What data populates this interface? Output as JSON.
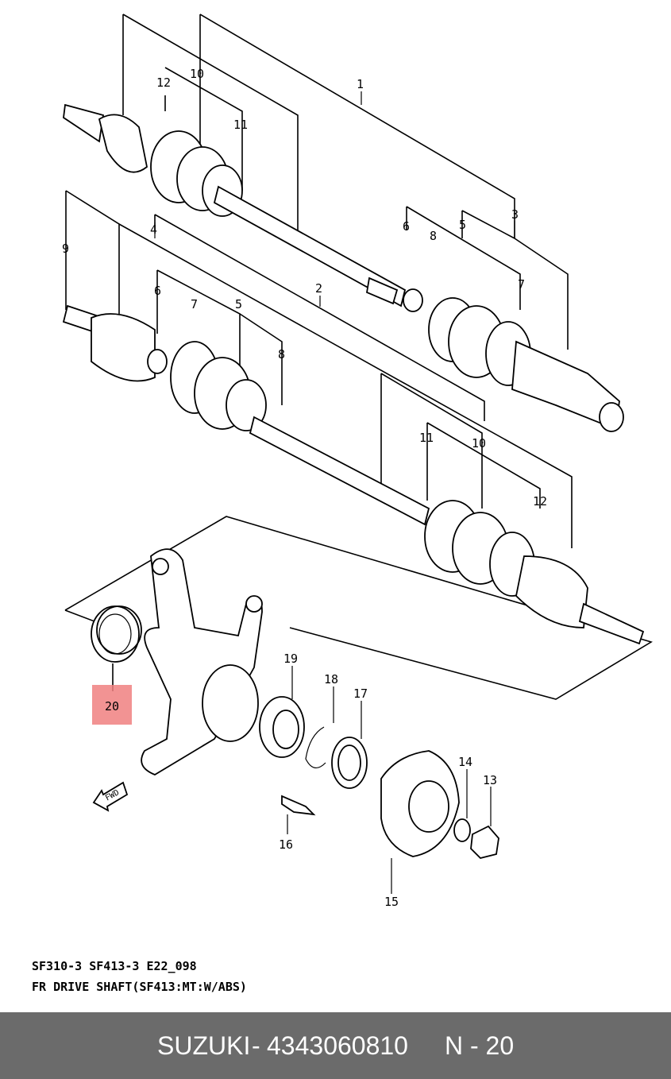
{
  "diagram": {
    "part_numbers": [
      "1",
      "2",
      "3",
      "4",
      "5",
      "5",
      "6",
      "6",
      "7",
      "7",
      "8",
      "8",
      "9",
      "10",
      "10",
      "11",
      "11",
      "12",
      "12",
      "13",
      "14",
      "15",
      "16",
      "17",
      "18",
      "19",
      "20"
    ],
    "highlighted_part": "20",
    "fwd_label": "FWD",
    "highlight_color": "#f08080"
  },
  "caption": {
    "line1": "SF310-3 SF413-3 E22_098",
    "line2": "FR DRIVE SHAFT(SF413:MT:W/ABS)"
  },
  "footer": {
    "brand": "SUZUKI",
    "separator": "-",
    "part_number": "4343060810",
    "page": "N - 20",
    "background": "#6b6b6b"
  }
}
